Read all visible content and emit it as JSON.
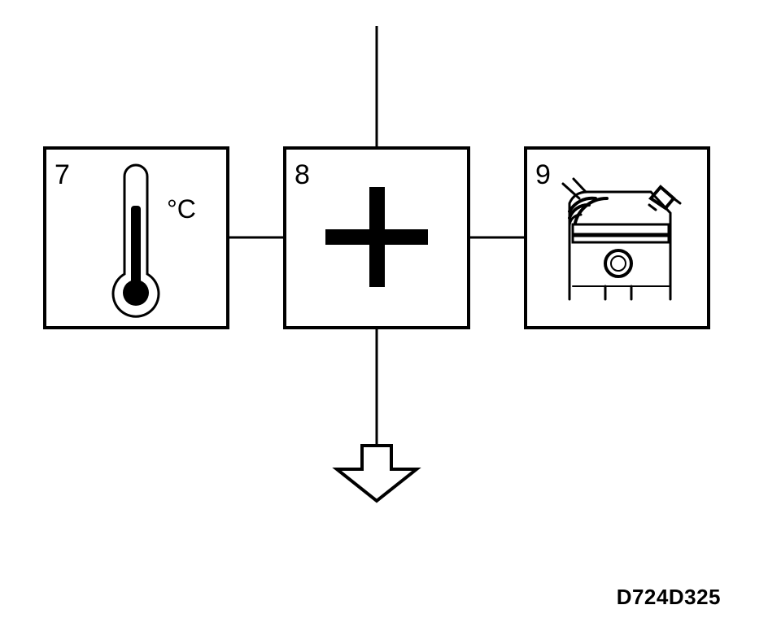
{
  "colors": {
    "stroke": "#000000",
    "background": "#ffffff"
  },
  "boxes": [
    {
      "number": "7",
      "icon": "thermometer-icon",
      "unit": "°C"
    },
    {
      "number": "8",
      "icon": "plus-icon"
    },
    {
      "number": "9",
      "icon": "engine-cylinder-icon"
    }
  ],
  "reference_code": "D724D325"
}
